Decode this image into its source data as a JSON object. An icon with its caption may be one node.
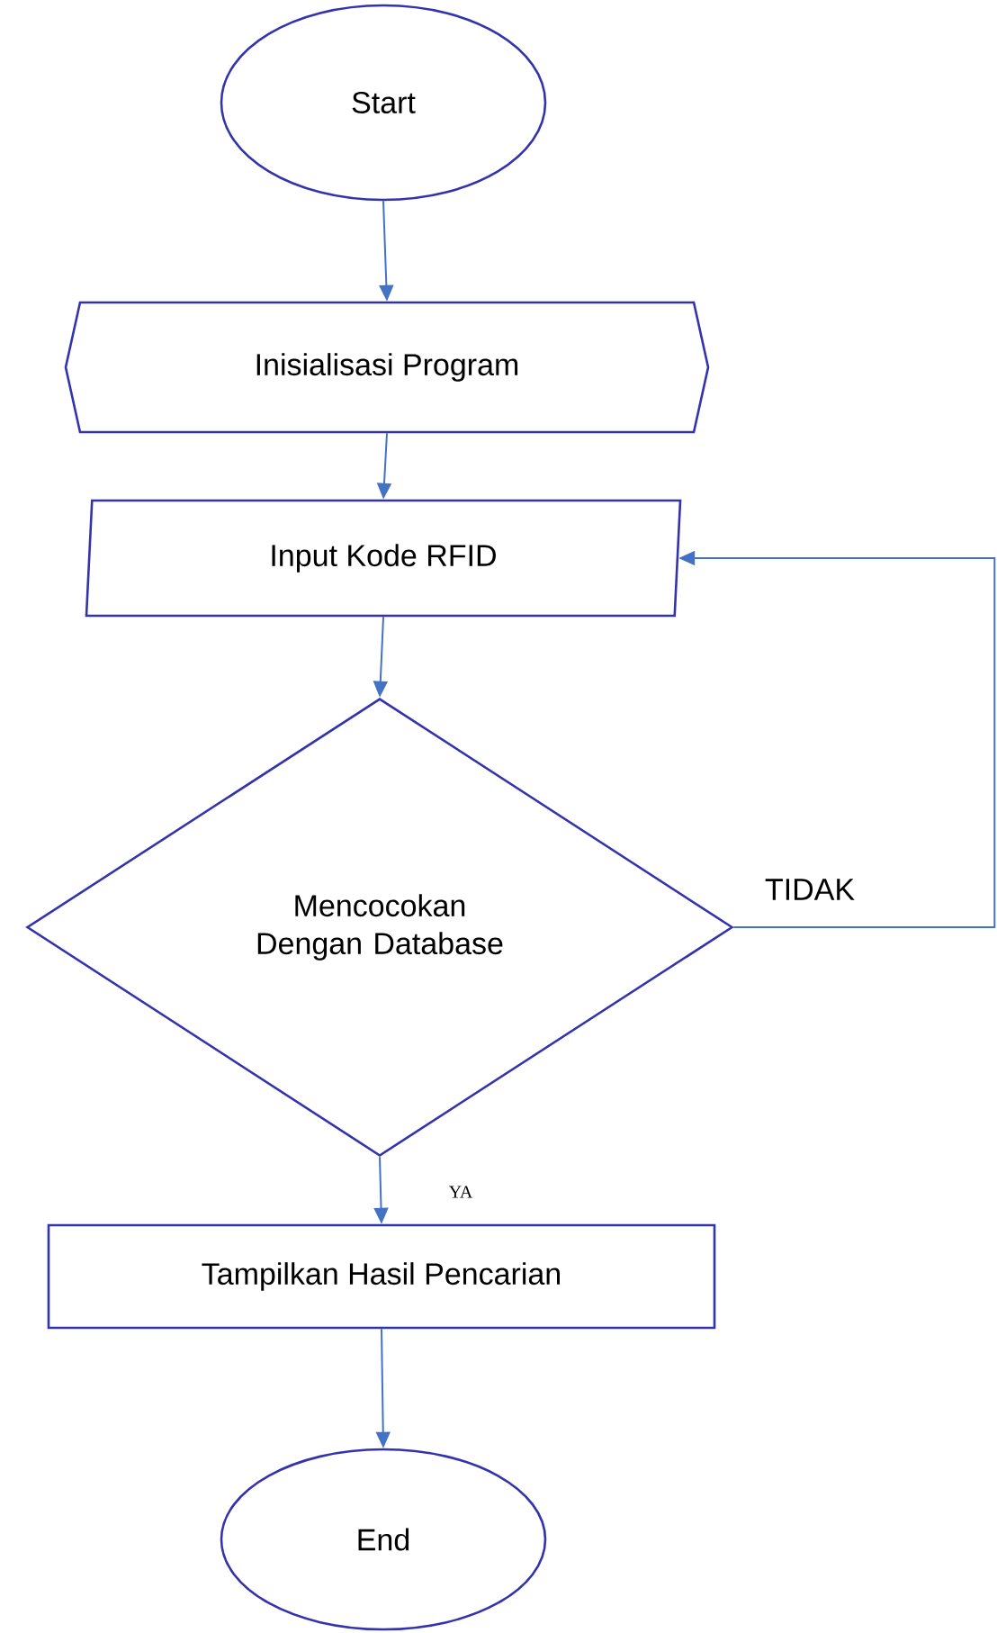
{
  "diagram": {
    "nodes": [
      {
        "text": [
          "Start"
        ]
      },
      {
        "text": [
          "Inisialisasi Program"
        ]
      },
      {
        "text": [
          "Input Kode RFID"
        ]
      },
      {
        "text": [
          "Mencocokan Dengan Database"
        ]
      },
      {
        "text": [
          "Tampilkan Hasil Pencarian"
        ]
      },
      {
        "text": [
          "End"
        ]
      }
    ],
    "edges": [
      {
        "from": 0,
        "to": 1,
        "arrow": "to"
      },
      {
        "from": 1,
        "to": 2,
        "arrow": "to"
      },
      {
        "from": 2,
        "to": 3,
        "arrow": "to"
      },
      {
        "from": 3,
        "to": 4,
        "arrow": "to",
        "label": "YA"
      },
      {
        "from": 4,
        "to": 5,
        "arrow": "to"
      },
      {
        "from": 3,
        "to": 2,
        "arrow": "to",
        "label": "TIDAK"
      }
    ]
  }
}
